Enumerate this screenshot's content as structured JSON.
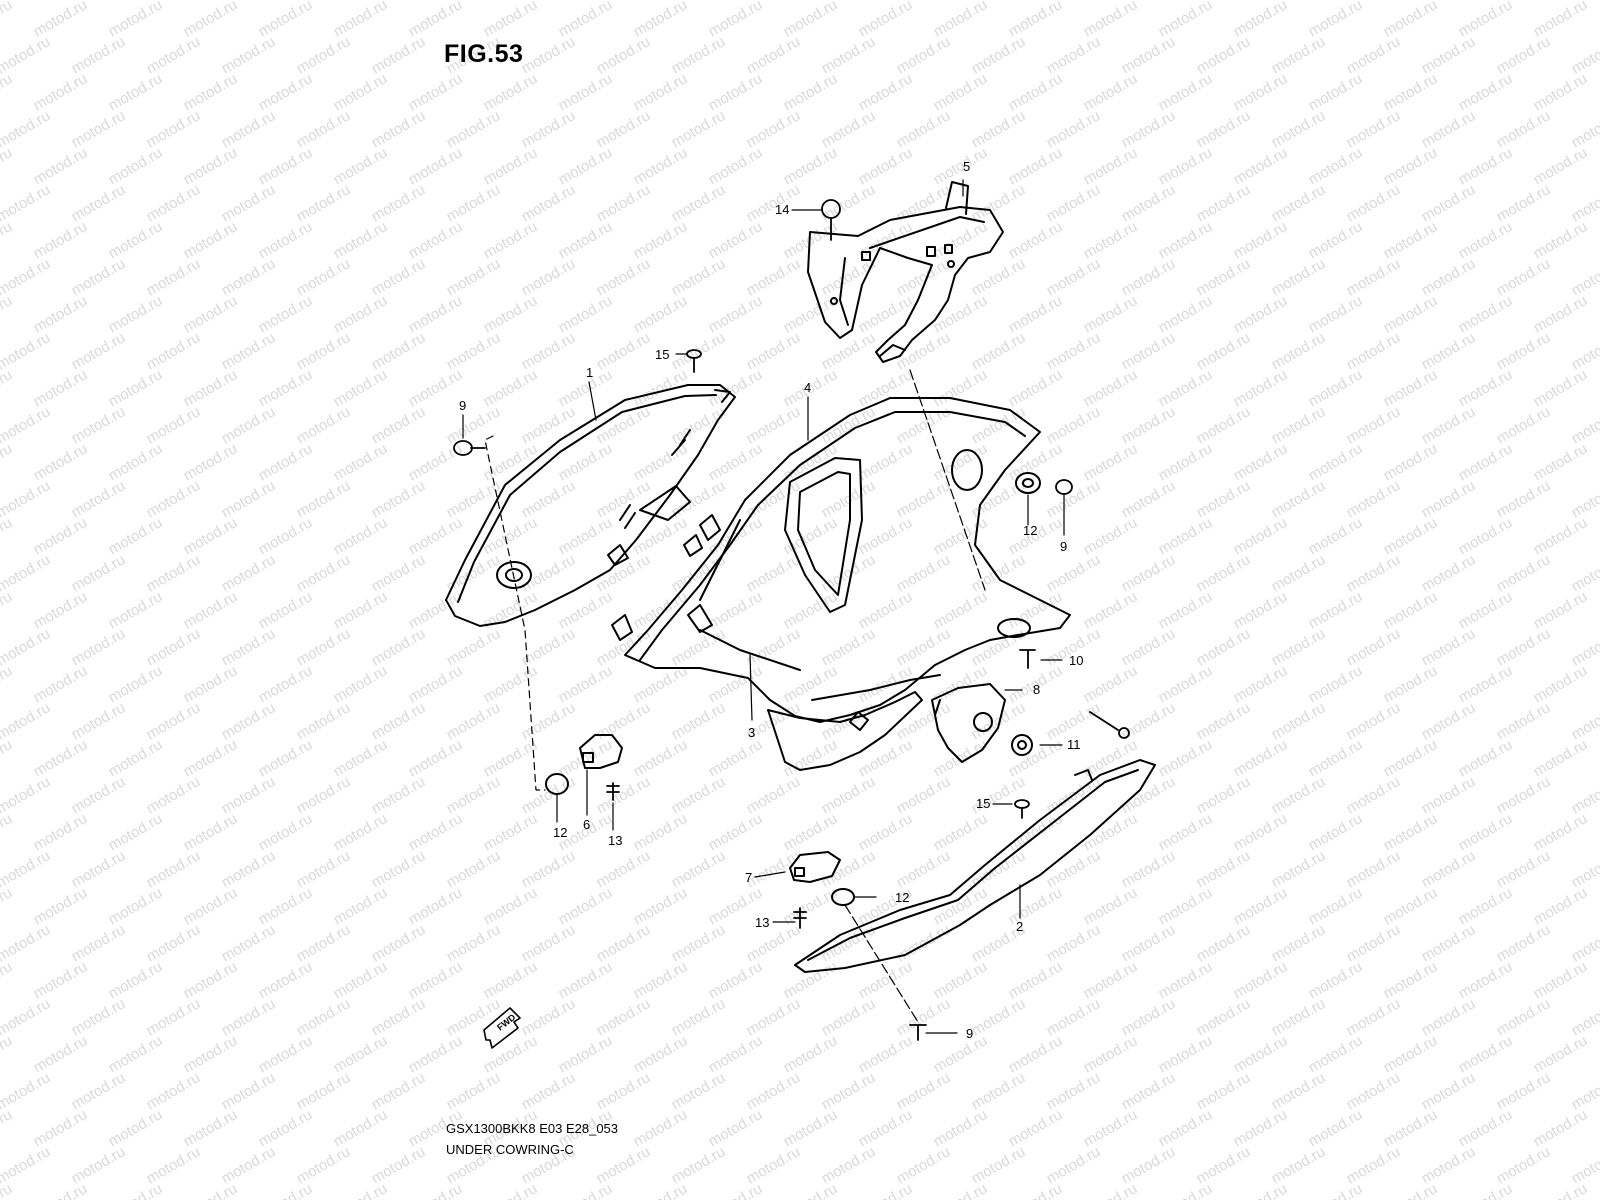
{
  "figure": {
    "title": "FIG.53",
    "diagram_code": "GSX1300BKK8 E03 E28_053",
    "diagram_name": "UNDER COWRING-C"
  },
  "watermark": {
    "text": "motod.ru",
    "color": "#d9d9d9"
  },
  "direction_marker": {
    "label": "FWD"
  },
  "callouts": [
    {
      "id": "c5",
      "label": "5"
    },
    {
      "id": "c14",
      "label": "14"
    },
    {
      "id": "c15a",
      "label": "15"
    },
    {
      "id": "c1",
      "label": "1"
    },
    {
      "id": "c4",
      "label": "4"
    },
    {
      "id": "c9a",
      "label": "9"
    },
    {
      "id": "c12a",
      "label": "12"
    },
    {
      "id": "c9b",
      "label": "9"
    },
    {
      "id": "c10",
      "label": "10"
    },
    {
      "id": "c8",
      "label": "8"
    },
    {
      "id": "c11",
      "label": "11"
    },
    {
      "id": "c3",
      "label": "3"
    },
    {
      "id": "c12b",
      "label": "12"
    },
    {
      "id": "c6",
      "label": "6"
    },
    {
      "id": "c13a",
      "label": "13"
    },
    {
      "id": "c15b",
      "label": "15"
    },
    {
      "id": "c7",
      "label": "7"
    },
    {
      "id": "c12c",
      "label": "12"
    },
    {
      "id": "c2",
      "label": "2"
    },
    {
      "id": "c13b",
      "label": "13"
    },
    {
      "id": "c9c",
      "label": "9"
    }
  ],
  "colors": {
    "line": "#000000",
    "background": "#ffffff"
  }
}
